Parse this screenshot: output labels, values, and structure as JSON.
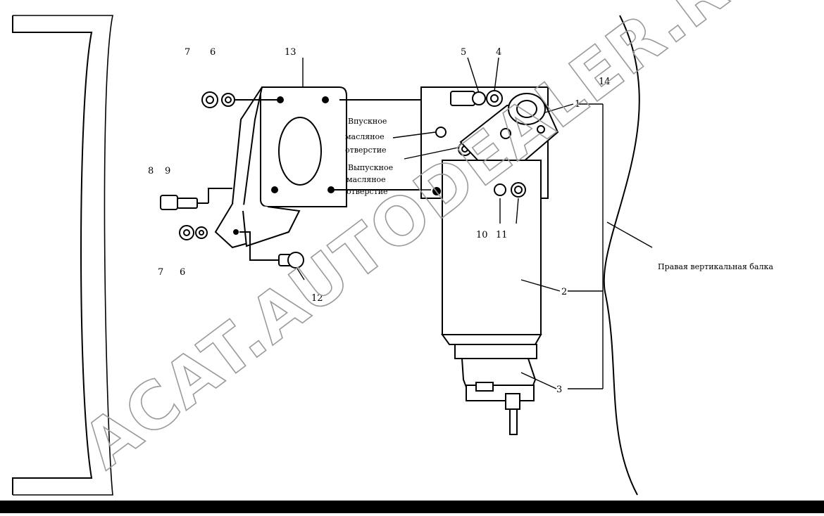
{
  "callouts": [
    "1",
    "2",
    "3",
    "4",
    "5",
    "6",
    "6",
    "7",
    "7",
    "8",
    "9",
    "10",
    "11",
    "12",
    "13",
    "14"
  ],
  "notes": {
    "inlet": [
      "Впускное",
      "масляное",
      "отверстие"
    ],
    "outlet": [
      "Выпускное",
      "масляное",
      "отверстие"
    ],
    "side": "Правая вертикальная балка"
  },
  "watermark": "ACAT.AUTODEALER.RU",
  "colors": {
    "line": "#000000",
    "watermark": "#9a9a9a",
    "frame": "#000000"
  }
}
